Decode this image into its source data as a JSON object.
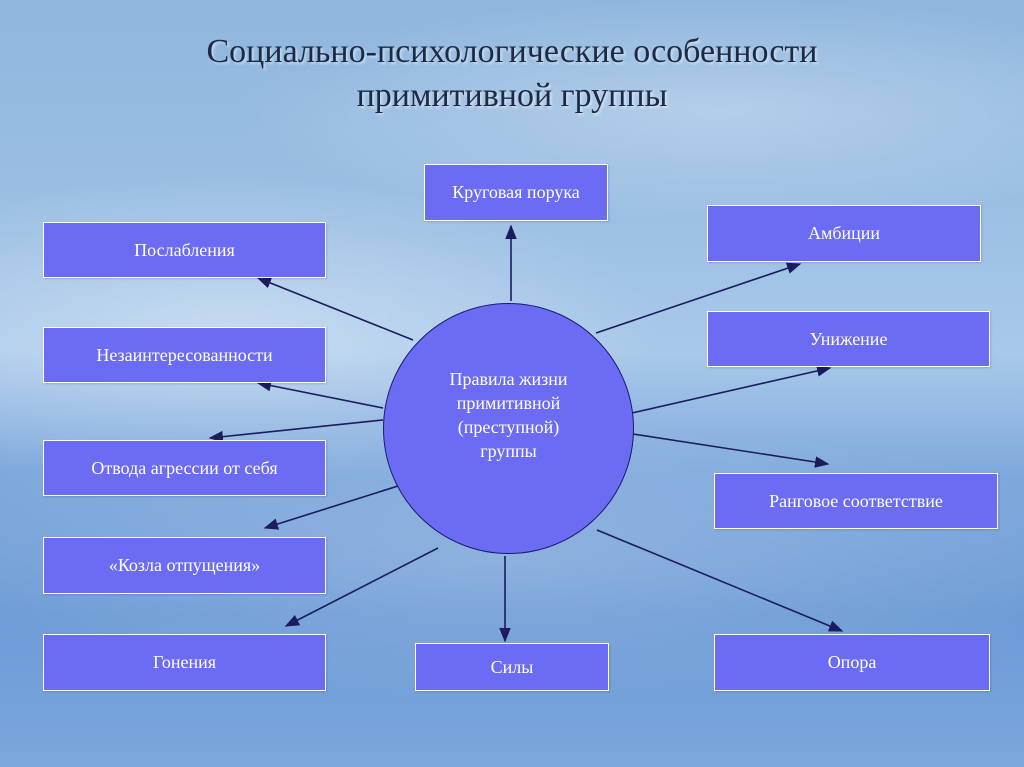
{
  "title": {
    "line1": "Социально-психологические особенности",
    "line2": "примитивной группы"
  },
  "center": {
    "line1": "Правила жизни",
    "line2": "примитивной",
    "line3": "(преступной)",
    "line4": "группы"
  },
  "nodes": {
    "krugovaya": "Круговая порука",
    "poslableniya": "Послабления",
    "ambitsii": "Амбиции",
    "unizhenie": "Унижение",
    "nezainteresovannosti": "Незаинтересованности",
    "otvoda": "Отвода агрессии от себя",
    "rangovoe": "Ранговое соответствие",
    "kozla": "«Козла отпущения»",
    "goneniya": "Гонения",
    "sily": "Силы",
    "opora": "Опора"
  },
  "colors": {
    "box_fill": "#6b6cf3",
    "arrow": "#1b1b5e",
    "title": "#1e2a44"
  }
}
